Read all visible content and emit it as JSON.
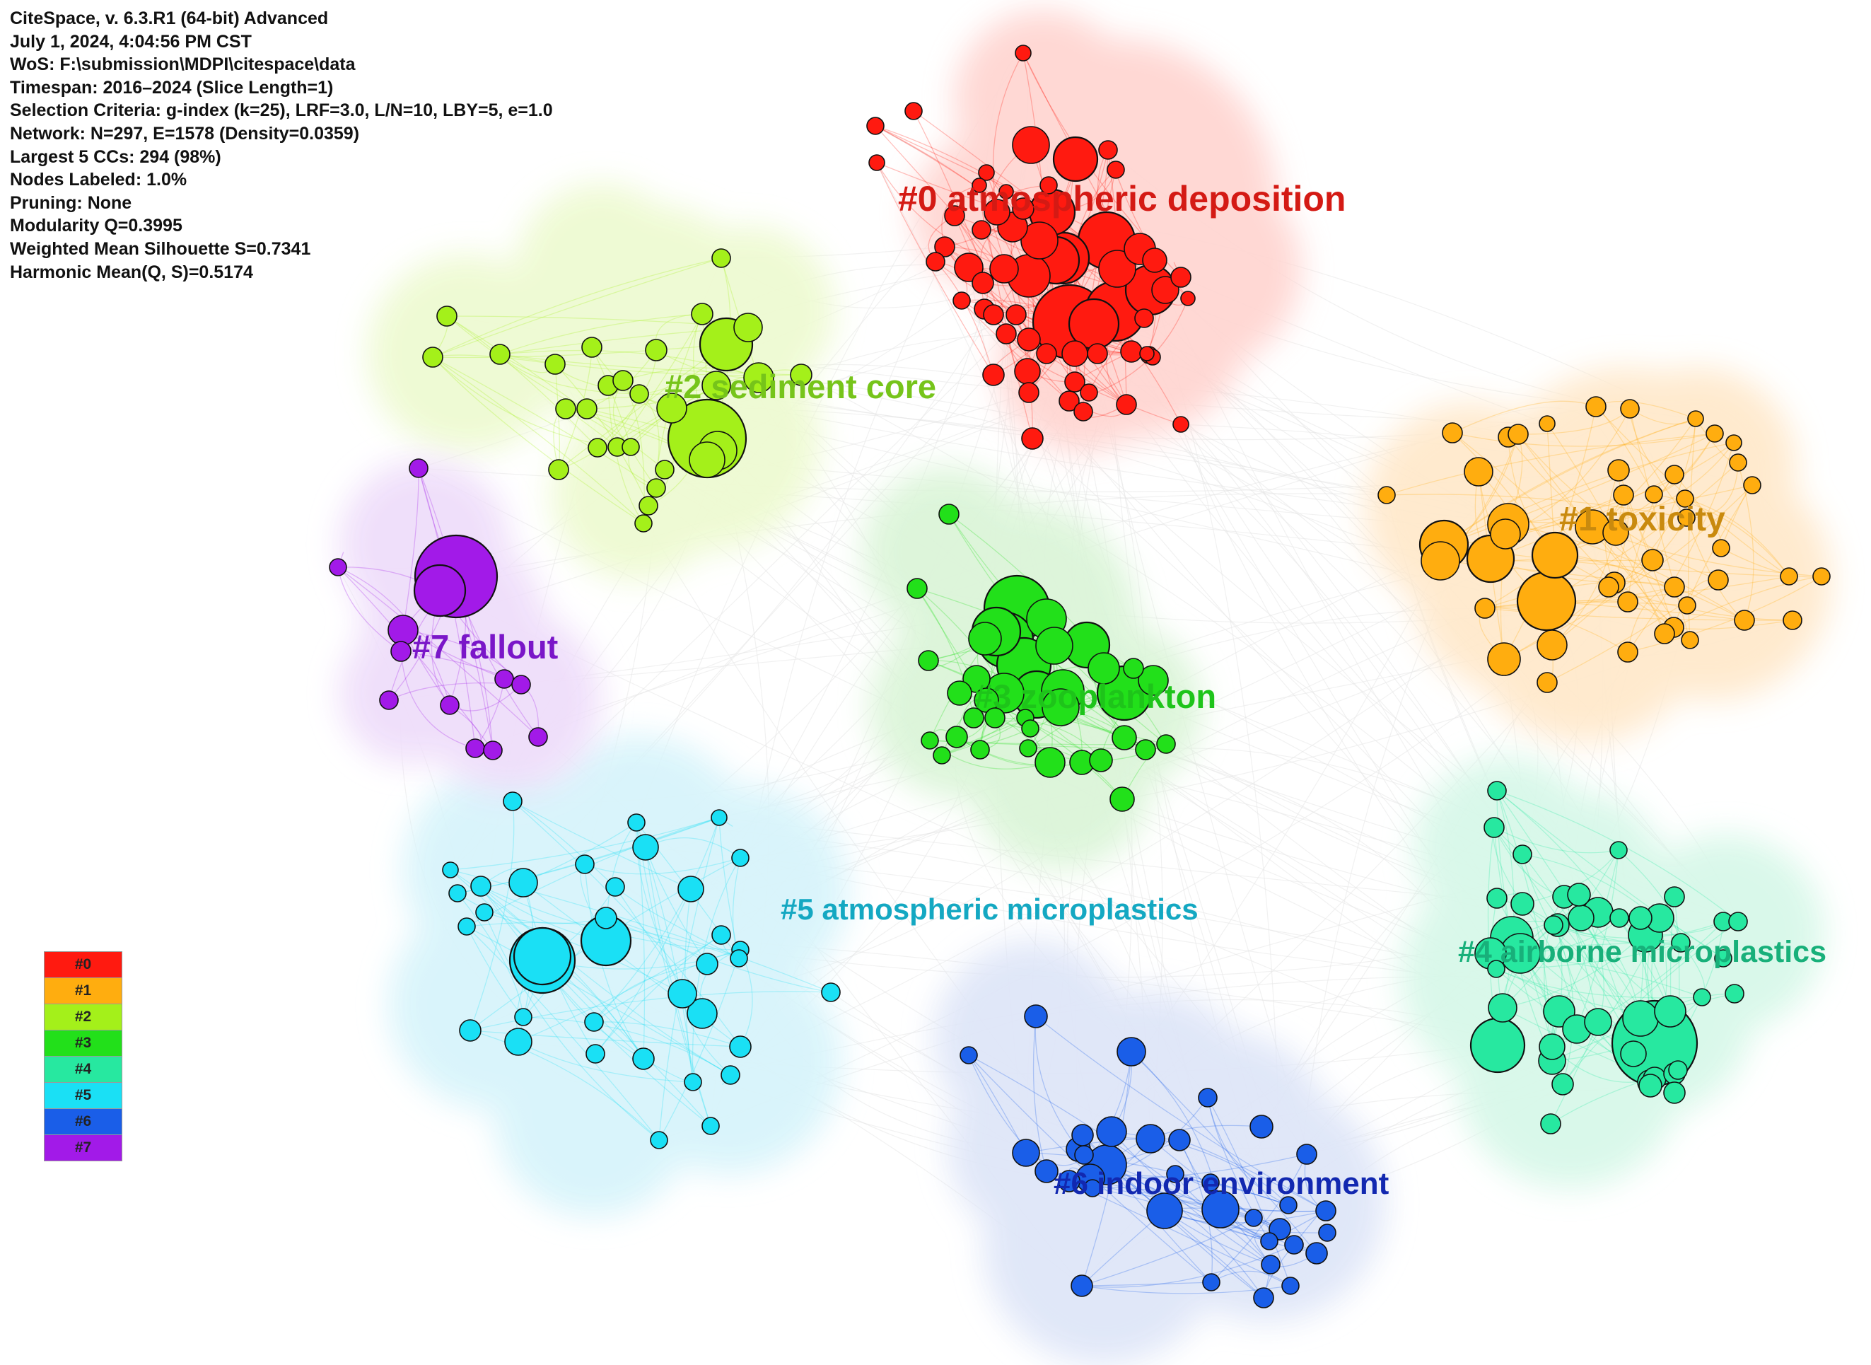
{
  "info_lines": [
    "CiteSpace, v. 6.3.R1 (64-bit) Advanced",
    "July 1, 2024, 4:04:56 PM CST",
    "WoS: F:\\submission\\MDPI\\citespace\\data",
    "Timespan: 2016–2024 (Slice Length=1)",
    "Selection Criteria: g-index (k=25), LRF=3.0, L/N=10, LBY=5, e=1.0",
    "Network: N=297, E=1578 (Density=0.0359)",
    "Largest 5 CCs: 294 (98%)",
    "Nodes Labeled: 1.0%",
    "Pruning: None",
    "Modularity Q=0.3995",
    "Weighted Mean Silhouette S=0.7341",
    "Harmonic Mean(Q, S)=0.5174"
  ],
  "clusters": [
    {
      "id": "0",
      "label": "#0 atmospheric deposition",
      "color": "#ff1a10",
      "halo": "#ffd6d2",
      "label_color": "#d41a14"
    },
    {
      "id": "1",
      "label": "#1 toxicity",
      "color": "#ffad0f",
      "halo": "#ffe9cc",
      "label_color": "#c98a0e"
    },
    {
      "id": "2",
      "label": "#2 sediment core",
      "color": "#a4f01a",
      "halo": "#eefad2",
      "label_color": "#76c41a"
    },
    {
      "id": "3",
      "label": "#3 zooplankton",
      "color": "#22e01a",
      "halo": "#dcf5d9",
      "label_color": "#1ec41a"
    },
    {
      "id": "4",
      "label": "#4 airborne microplastics",
      "color": "#27e8a0",
      "halo": "#d8f8e9",
      "label_color": "#18b07a"
    },
    {
      "id": "5",
      "label": "#5 atmospheric microplastics",
      "color": "#1ae0f5",
      "halo": "#d8f4fb",
      "label_color": "#14a8c2"
    },
    {
      "id": "6",
      "label": "#6 indoor environment",
      "color": "#1a5ee8",
      "halo": "#dfe6f8",
      "label_color": "#1228b0"
    },
    {
      "id": "7",
      "label": "#7 fallout",
      "color": "#a21ae8",
      "halo": "#efdefa",
      "label_color": "#7a16c8"
    }
  ],
  "legend": [
    {
      "label": "#0",
      "color": "#ff1a10"
    },
    {
      "label": "#1",
      "color": "#ffad0f"
    },
    {
      "label": "#2",
      "color": "#a4f01a"
    },
    {
      "label": "#3",
      "color": "#22e01a"
    },
    {
      "label": "#4",
      "color": "#27e8a0"
    },
    {
      "label": "#5",
      "color": "#1ae0f5"
    },
    {
      "label": "#6",
      "color": "#1a5ee8"
    },
    {
      "label": "#7",
      "color": "#a21ae8"
    }
  ]
}
